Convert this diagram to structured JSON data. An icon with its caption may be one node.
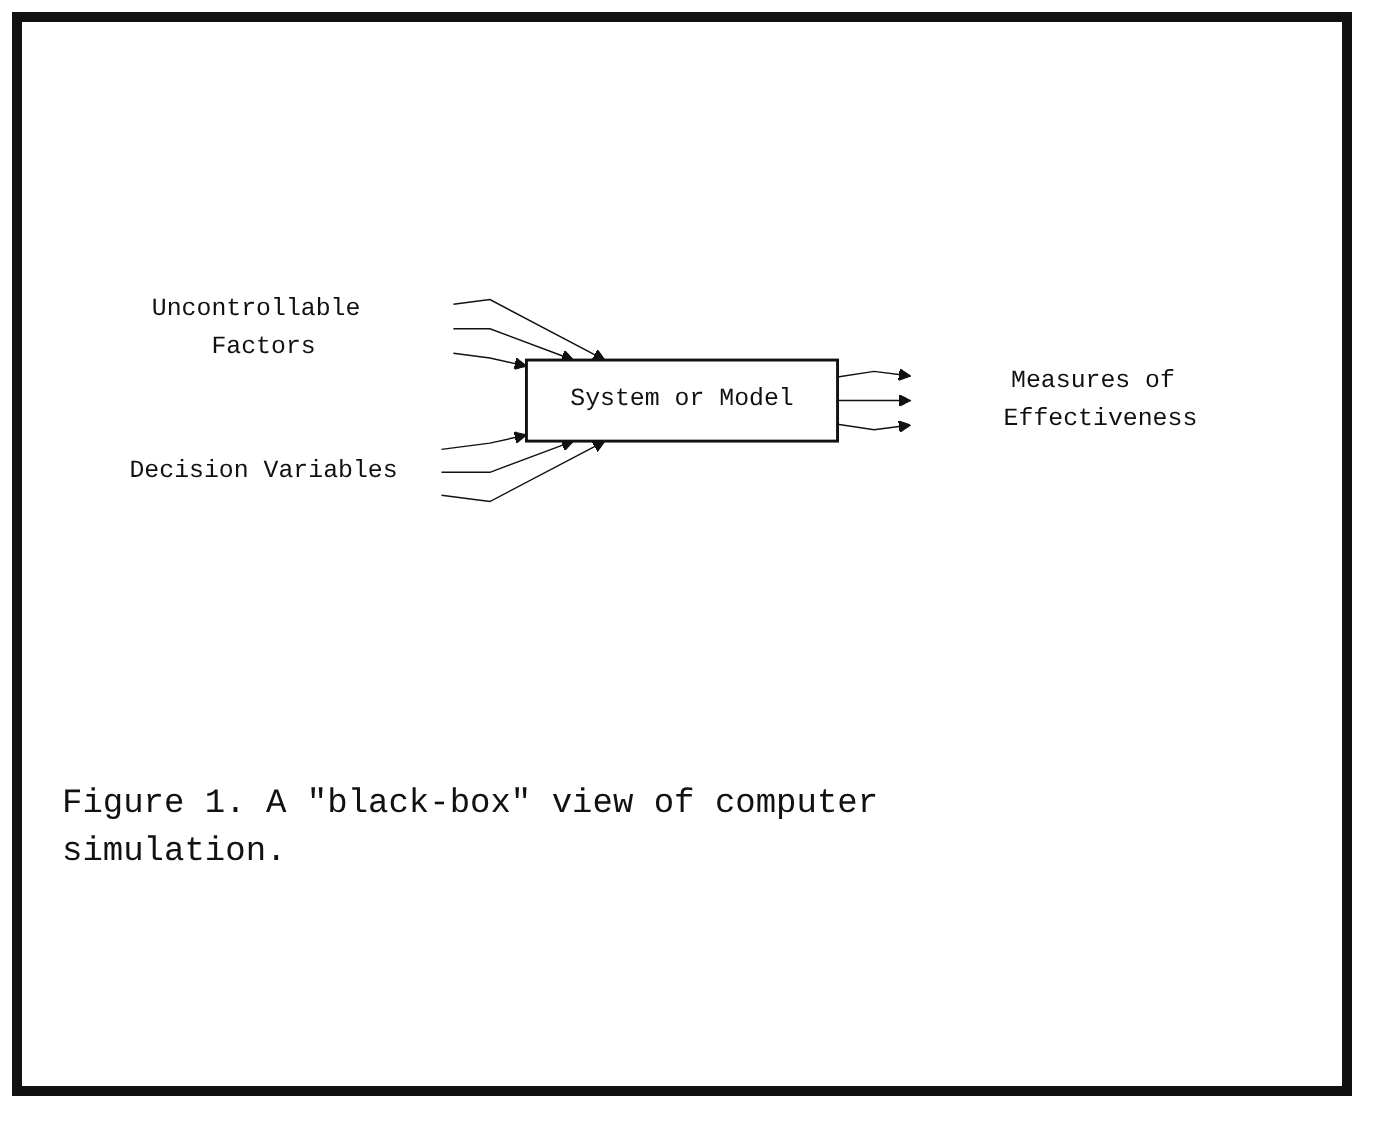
{
  "diagram": {
    "caption": "Figure 1. A \"black-box\" view of computer simulation.",
    "nodes": [
      {
        "text": [
          "Uncontrollable Factors"
        ]
      },
      {
        "text": [
          "Decision Variables"
        ]
      },
      {
        "text": [
          "System or Model"
        ]
      },
      {
        "text": [
          "Measures of Effectiveness"
        ]
      }
    ],
    "edges": [
      {
        "from": 0,
        "to": 2,
        "arrow": "to"
      },
      {
        "from": 0,
        "to": 2,
        "arrow": "to"
      },
      {
        "from": 0,
        "to": 2,
        "arrow": "to"
      },
      {
        "from": 1,
        "to": 2,
        "arrow": "to"
      },
      {
        "from": 1,
        "to": 2,
        "arrow": "to"
      },
      {
        "from": 1,
        "to": 2,
        "arrow": "to"
      },
      {
        "from": 2,
        "to": 3,
        "arrow": "to"
      },
      {
        "from": 2,
        "to": 3,
        "arrow": "to"
      },
      {
        "from": 2,
        "to": 3,
        "arrow": "to"
      }
    ]
  }
}
